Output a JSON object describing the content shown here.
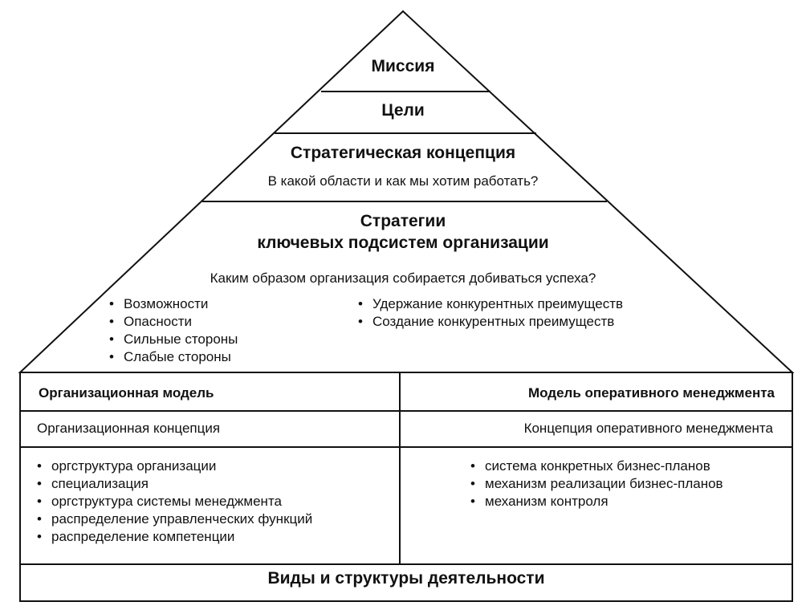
{
  "pyramid": {
    "mission": "Миссия",
    "goals": "Цели",
    "strategic_concept": {
      "title": "Стратегическая концепция",
      "question": "В какой области  и  как мы хотим работать?"
    },
    "strategies": {
      "title_line1": "Стратегии",
      "title_line2": "ключевых подсистем организации",
      "question": "Каким образом организация собирается добиваться успеха?",
      "left_items": [
        "Возможности",
        "Опасности",
        "Сильные стороны",
        "Слабые стороны"
      ],
      "right_items": [
        "Удержание конкурентных преимуществ",
        "Создание конкурентных преимуществ"
      ]
    }
  },
  "base": {
    "left": {
      "header": "Организационная модель",
      "concept": "Организационная концепция",
      "items": [
        "оргструктура организации",
        "специализация",
        "оргструктура системы менеджмента",
        "распределение управленческих функций",
        "распределение компетенции"
      ]
    },
    "right": {
      "header": "Модель оперативного менеджмента",
      "concept": "Концепция оперативного менеджмента",
      "items": [
        "система конкретных бизнес-планов",
        "механизм реализации  бизнес-планов",
        "механизм контроля"
      ]
    },
    "footer": "Виды и структуры деятельности"
  }
}
